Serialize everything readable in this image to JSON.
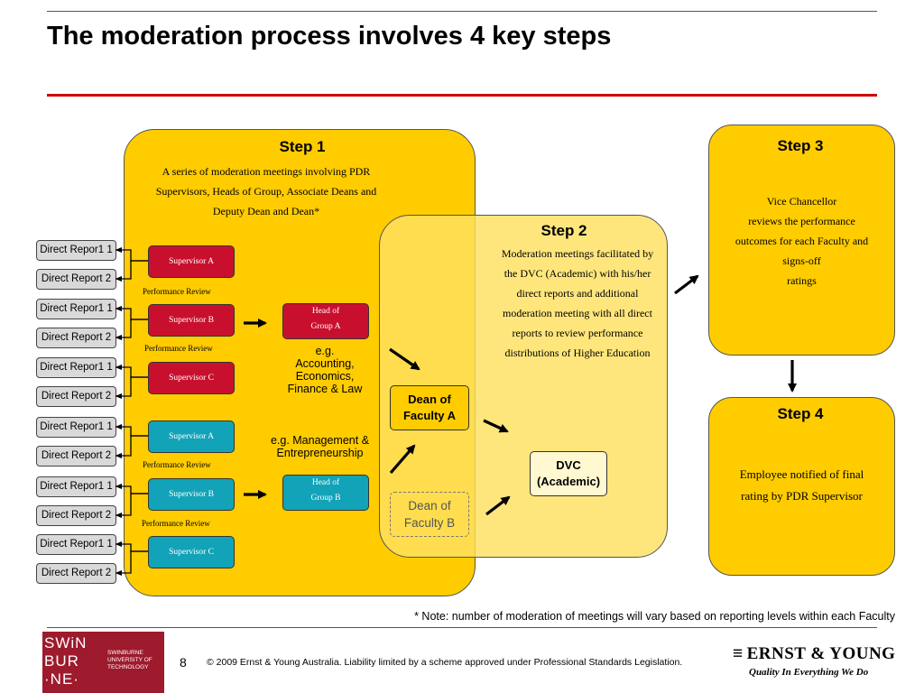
{
  "title": "The moderation process involves 4 key steps",
  "step1": {
    "title": "Step 1",
    "description": [
      "A series of moderation meetings involving PDR",
      "Supervisors, Heads of Group, Associate Deans and",
      "Deputy Dean and Dean*"
    ]
  },
  "step2": {
    "title": "Step 2",
    "description": [
      "Moderation meetings facilitated by",
      "the DVC (Academic) with his/her",
      "direct reports and additional",
      "moderation meeting with all direct",
      "reports to review performance",
      "distributions of Higher Education"
    ]
  },
  "step3": {
    "title": "Step 3",
    "description": [
      "Vice Chancellor",
      "reviews the performance",
      "outcomes for each Faculty and",
      "signs-off",
      "ratings"
    ]
  },
  "step4": {
    "title": "Step 4",
    "description": [
      "Employee notified of final",
      "rating by PDR Supervisor"
    ]
  },
  "direct_reports": [
    "Direct Repor1 1",
    "Direct Report 2",
    "Direct Repor1 1",
    "Direct Report 2",
    "Direct Repor1 1",
    "Direct Report 2",
    "Direct Repor1 1",
    "Direct Report 2",
    "Direct Repor1 1",
    "Direct Report 2",
    "Direct Repor1 1",
    "Direct Report 2"
  ],
  "supervisors": [
    "Supervisor A",
    "Supervisor B",
    "Supervisor C",
    "Supervisor A",
    "Supervisor B",
    "Supervisor C"
  ],
  "performance_review": "Performance Review",
  "head_group_a": [
    "Head of",
    "Group A"
  ],
  "head_group_b": [
    "Head of",
    "Group B"
  ],
  "example_a": [
    "e.g.",
    "Accounting,",
    "Economics,",
    "Finance & Law"
  ],
  "example_b": [
    "e.g. Management &",
    "Entrepreneurship"
  ],
  "dean_a": [
    "Dean of",
    "Faculty A"
  ],
  "dean_b": [
    "Dean of",
    "Faculty B"
  ],
  "dvc": [
    "DVC",
    "(Academic)"
  ],
  "note": "* Note: number of moderation of meetings will vary based on reporting levels within each Faculty",
  "footer": {
    "page_number": "8",
    "copyright": "© 2009 Ernst & Young Australia. Liability limited by a scheme approved under Professional Standards Legislation.",
    "logo_mark": [
      "SWiN",
      "BUR",
      "·NE·"
    ],
    "logo_name": [
      "SWINBURNE",
      "UNIVERSITY OF",
      "TECHNOLOGY"
    ],
    "ey_bars": "≡",
    "ey_logo": "ERNST & YOUNG",
    "ey_tagline": "Quality In Everything We Do"
  },
  "colors": {
    "panel_gold": "#ffcc00",
    "panel_light": "#ffe15f",
    "supervisor_red": "#c8102e",
    "supervisor_teal": "#12a3b8",
    "title_rule_red": "#cc0000",
    "swinburne_red": "#9e1a2d"
  }
}
